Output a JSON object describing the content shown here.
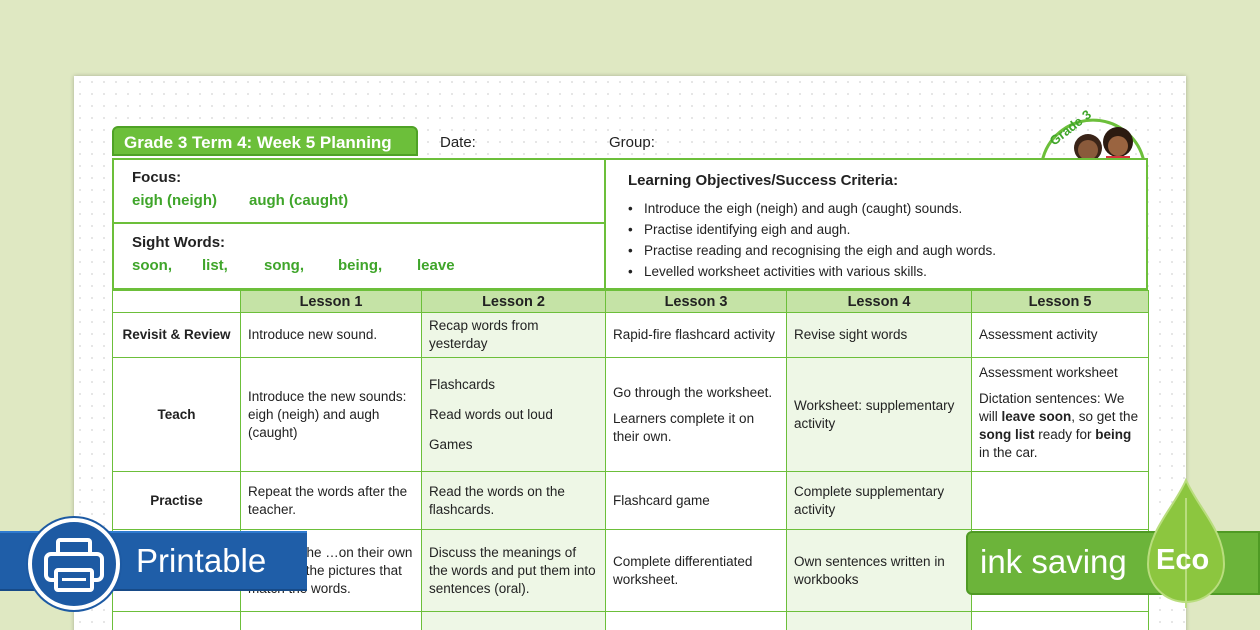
{
  "header": {
    "title": "Grade 3 Term 4: Week 5 Planning",
    "date_label": "Date:",
    "group_label": "Group:",
    "badge_text": "Grade 3"
  },
  "focus": {
    "label": "Focus:",
    "words": [
      "eigh (neigh)",
      "augh (caught)"
    ]
  },
  "sight_words": {
    "label": "Sight Words:",
    "words": [
      "soon,",
      "list,",
      "song,",
      "being,",
      "leave"
    ]
  },
  "objectives": {
    "title": "Learning Objectives/Success Criteria:",
    "items": [
      "Introduce the eigh (neigh) and augh (caught) sounds.",
      "Practise identifying eigh and augh.",
      "Practise reading and recognising the eigh and augh words.",
      "Levelled worksheet activities with various skills."
    ]
  },
  "table": {
    "headers": [
      "Lesson 1",
      "Lesson 2",
      "Lesson 3",
      "Lesson 4",
      "Lesson 5"
    ],
    "rows": {
      "revisit": {
        "label": "Revisit & Review",
        "cells": [
          "Introduce new sound.",
          "Recap words from yesterday",
          "Rapid-fire flashcard activity",
          "Revise sight words",
          "Assessment activity"
        ]
      },
      "teach": {
        "label": "Teach",
        "l1": "Introduce the new sounds: eigh (neigh) and augh (caught)",
        "l2": [
          "Flashcards",
          "Read words out loud",
          "Games"
        ],
        "l3": [
          "Go through the worksheet.",
          "Learners complete it on their own."
        ],
        "l4": "Worksheet: supplementary activity",
        "l5_a": "Assessment worksheet",
        "l5_b_1": "Dictation sentences:  We will ",
        "l5_b_2": "leave soon",
        "l5_b_3": ", so get the ",
        "l5_b_4": "song list",
        "l5_b_5": " ready for ",
        "l5_b_6": "being",
        "l5_b_7": " in the car."
      },
      "practise": {
        "label": "Practise",
        "cells": [
          "Repeat the words after the teacher.",
          "Read the words on the flashcards.",
          "Flashcard game",
          "Complete supplementary activity",
          ""
        ]
      },
      "apply": {
        "l1": "…s read the …on their own and …se the pictures that match the words.",
        "cells": [
          "Discuss the meanings of the words and put them into sentences (oral).",
          "Complete differentiated worksheet.",
          "Own sentences written in workbooks",
          ""
        ]
      }
    }
  },
  "banners": {
    "printable": "Printable",
    "ink_saving": "ink saving",
    "eco": "Eco"
  },
  "icons": {
    "printer": "printer-icon",
    "drop": "leaf-drop-icon"
  },
  "colors": {
    "accent_green": "#6cbf3a",
    "text_green": "#3fa52a",
    "header_green": "#c5e3a6",
    "blue": "#1f5ea8",
    "background": "#dfe8c2"
  }
}
